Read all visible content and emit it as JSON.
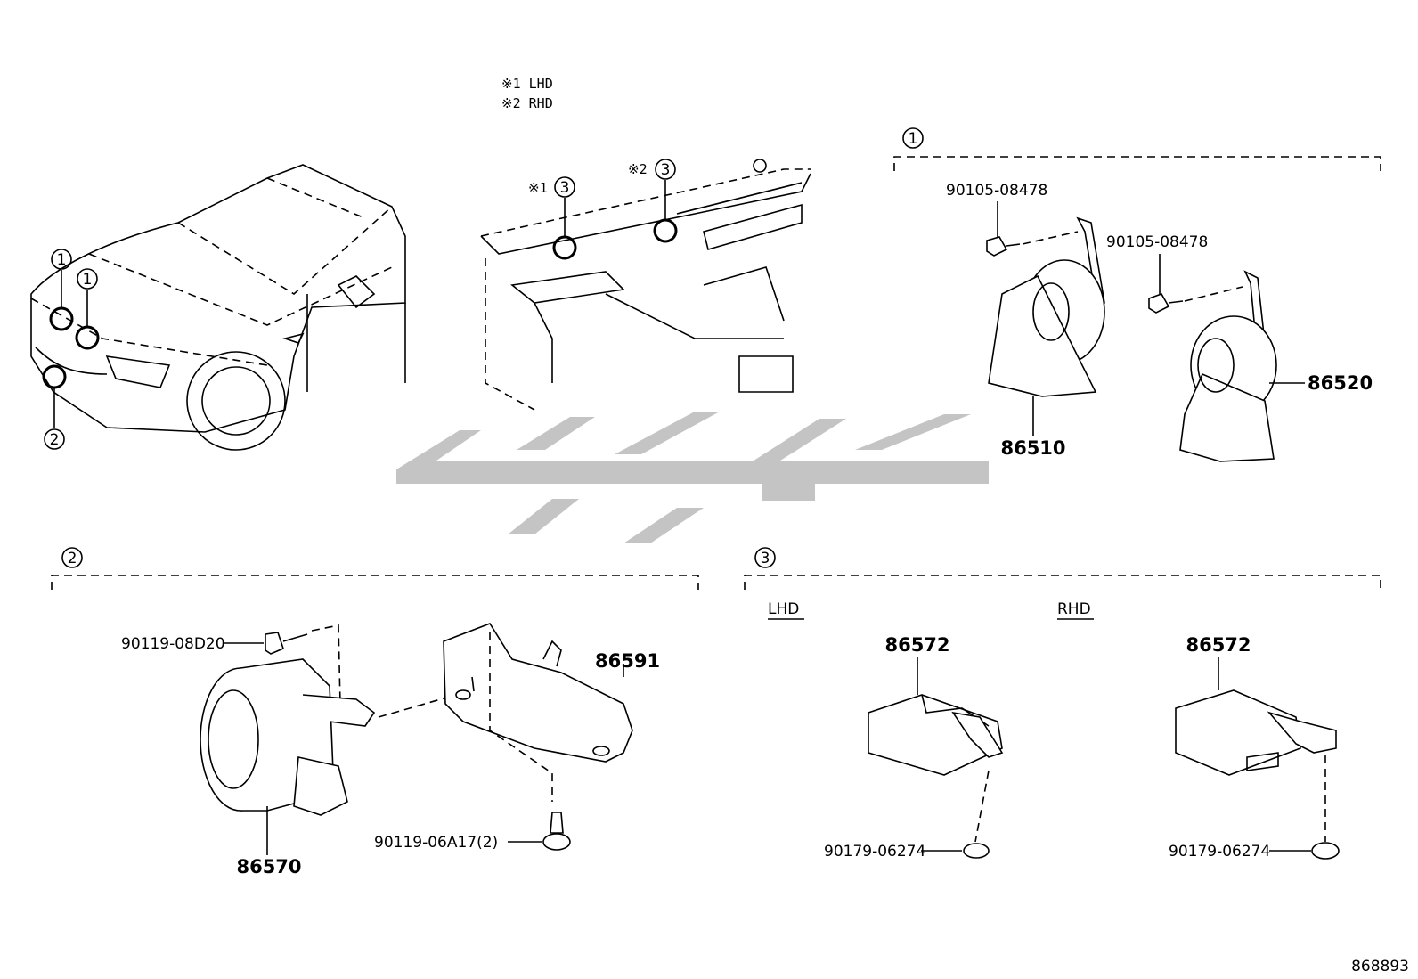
{
  "legend": {
    "lhd": "※1 LHD",
    "rhd": "※2 RHD"
  },
  "markers": {
    "m1": "1",
    "m2": "2",
    "m3": "3",
    "note1": "※1",
    "note2": "※2"
  },
  "group1": {
    "label": "1",
    "bolt_a": "90105-08478",
    "bolt_b": "90105-08478",
    "horn_low": "86510",
    "horn_high": "86520"
  },
  "group2": {
    "label": "2",
    "bolt_top": "90119-08D20",
    "bolt_bottom": "90119-06A17(2)",
    "sensor": "86570",
    "bracket": "86591"
  },
  "group3": {
    "label": "3",
    "lhd_tag": "LHD",
    "rhd_tag": "RHD",
    "unit_lhd": "86572",
    "unit_rhd": "86572",
    "nut_lhd": "90179-06274",
    "nut_rhd": "90179-06274"
  },
  "diagram_id": "868893",
  "watermark": {
    "color": "#c4c4c4"
  }
}
